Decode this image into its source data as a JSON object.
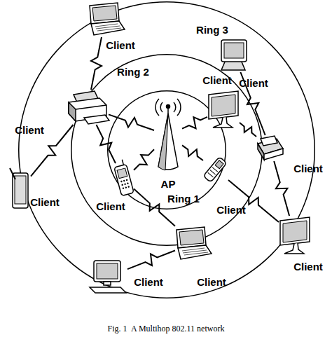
{
  "diagram": {
    "caption": "Fig. 1  A Multihop 802.11 network",
    "nodes": [
      {
        "text": [
          "Ring 3"
        ]
      },
      {
        "text": [
          "Ring 2"
        ],
        "in": 0
      },
      {
        "text": [
          "Ring 1"
        ],
        "in": 1
      },
      {
        "text": [
          "AP"
        ],
        "in": 2
      },
      {
        "text": [
          "Client"
        ]
      },
      {
        "text": [
          "Client"
        ]
      },
      {
        "text": [
          "Client"
        ]
      },
      {
        "text": [
          "Client"
        ]
      },
      {
        "text": [
          "Client"
        ]
      },
      {
        "text": [
          "Client"
        ]
      },
      {
        "text": [
          "Client"
        ]
      },
      {
        "text": [
          "Client"
        ]
      },
      {
        "text": [
          "Client"
        ]
      },
      {
        "text": [
          "Client"
        ]
      },
      {
        "text": [
          "Client"
        ]
      }
    ],
    "edges": [
      {
        "from": 4,
        "to": 7,
        "arrow": "none"
      },
      {
        "from": 5,
        "to": 8,
        "arrow": "none"
      },
      {
        "from": 3,
        "to": 6,
        "arrow": "none"
      },
      {
        "from": 3,
        "to": 7,
        "arrow": "none"
      },
      {
        "from": 6,
        "to": 8,
        "arrow": "none"
      },
      {
        "from": 7,
        "to": 9,
        "arrow": "none"
      },
      {
        "from": 7,
        "to": 11,
        "arrow": "none"
      },
      {
        "from": 3,
        "to": 9,
        "arrow": "none"
      },
      {
        "from": 3,
        "to": 10,
        "arrow": "none"
      },
      {
        "from": 8,
        "to": 13,
        "arrow": "none"
      },
      {
        "from": 10,
        "to": 13,
        "arrow": "none"
      },
      {
        "from": 9,
        "to": 12,
        "arrow": "none"
      },
      {
        "from": 12,
        "to": 14,
        "arrow": "none"
      }
    ]
  }
}
